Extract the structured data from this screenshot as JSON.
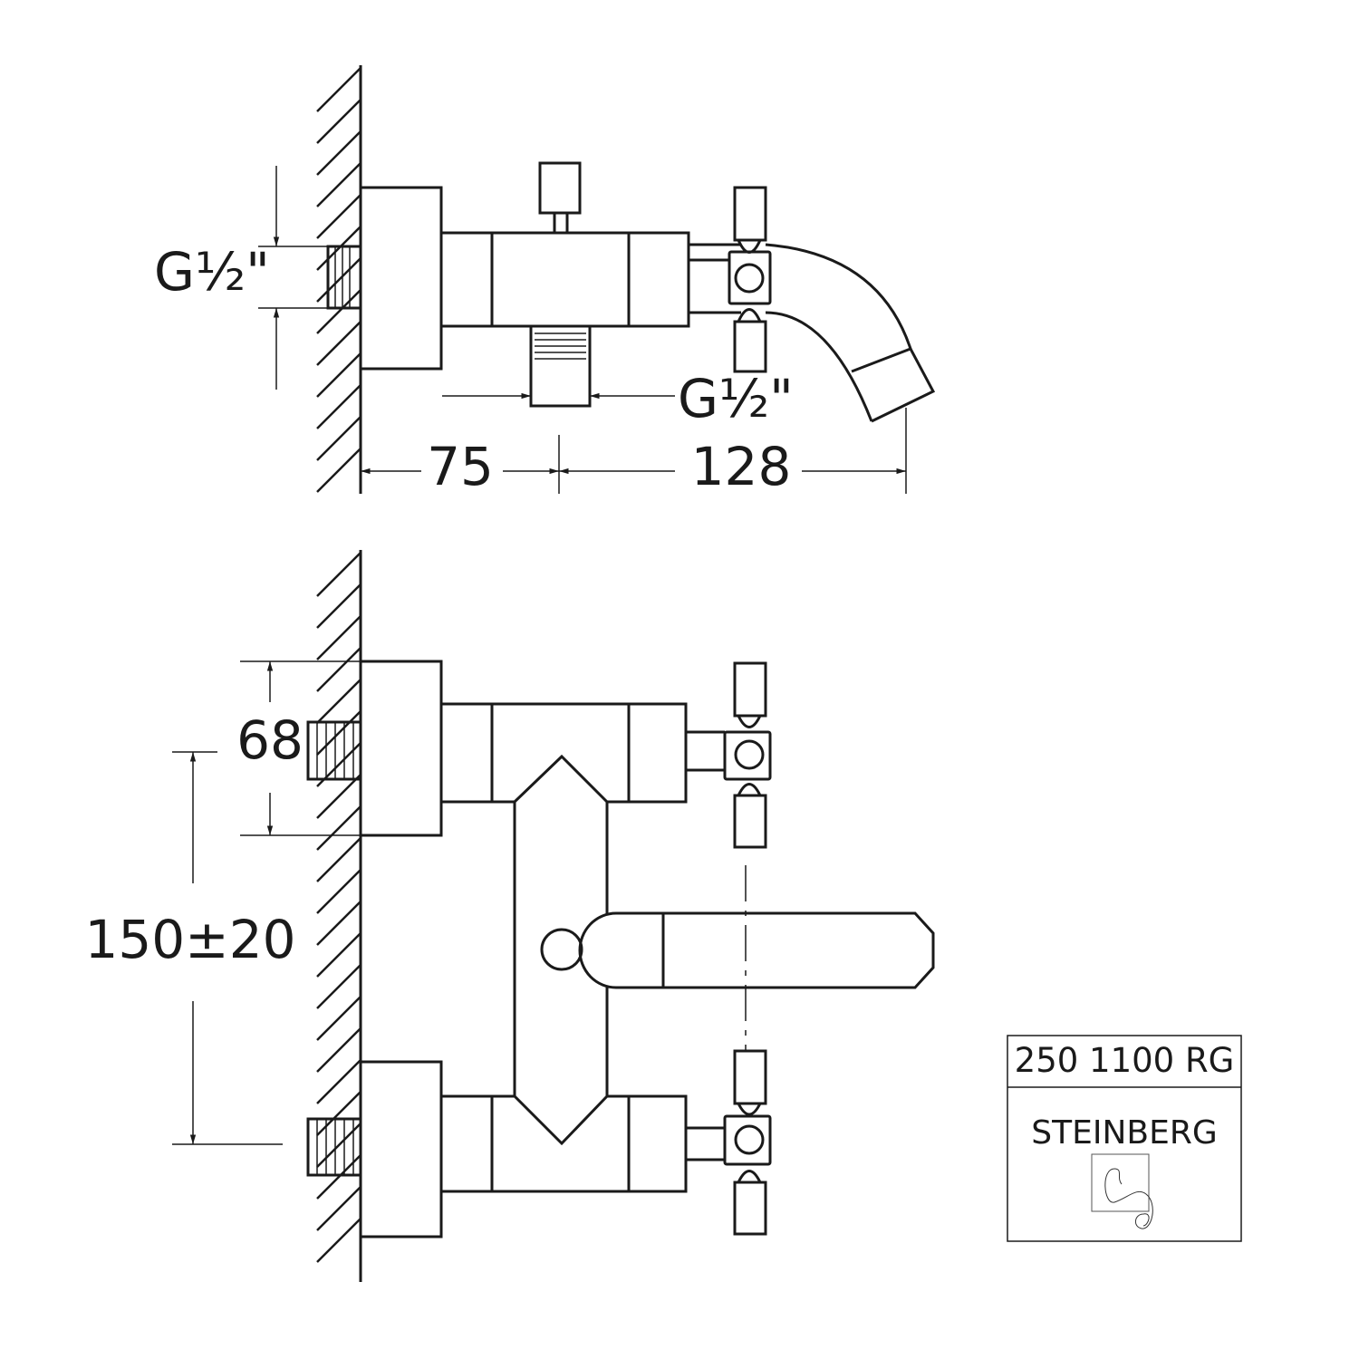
{
  "top_view": {
    "inlet_thread_label": "G½\"",
    "outlet_thread_label": "G½\"",
    "dim_wall_to_outlet": "75",
    "dim_outlet_to_spout": "128"
  },
  "front_view": {
    "dim_flange_height": "68",
    "dim_inlet_spacing": "150±20"
  },
  "title_block": {
    "product_code": "250 1100 RG",
    "brand": "STEINBERG"
  }
}
